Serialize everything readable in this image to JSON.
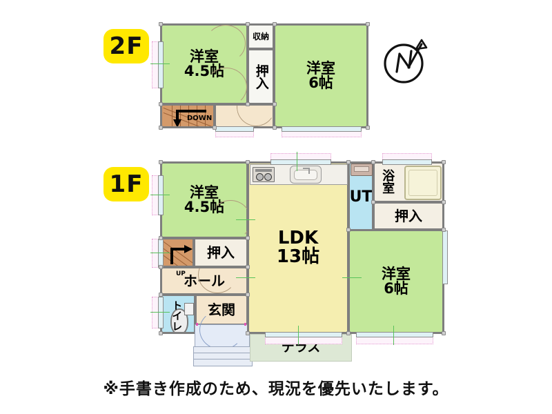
{
  "badges": {
    "second_floor": "2F",
    "first_floor": "1F"
  },
  "compass": {
    "label": "N",
    "name": "north-arrow"
  },
  "floor2": {
    "rooms": [
      {
        "key": "washitsu_45",
        "line1": "洋室",
        "line2": "4.5帖",
        "type": "western-room"
      },
      {
        "key": "closet_oshiire",
        "label": "押入",
        "type": "closet"
      },
      {
        "key": "storage_shuno",
        "label": "収納",
        "type": "storage"
      },
      {
        "key": "washitsu_6",
        "line1": "洋室",
        "line2": "6帖",
        "type": "western-room"
      },
      {
        "key": "stairs_down",
        "label": "DOWN",
        "type": "staircase"
      },
      {
        "key": "landing",
        "label": "",
        "type": "hall"
      }
    ]
  },
  "floor1": {
    "rooms": [
      {
        "key": "washitsu_45",
        "line1": "洋室",
        "line2": "4.5帖",
        "type": "western-room"
      },
      {
        "key": "ldk",
        "line1": "LDK",
        "line2": "13帖",
        "type": "living-dining-kitchen"
      },
      {
        "key": "closet_oshiire_left",
        "label": "押入",
        "type": "closet"
      },
      {
        "key": "hall",
        "label": "ホール",
        "type": "hall"
      },
      {
        "key": "entrance",
        "label": "玄関",
        "type": "entrance"
      },
      {
        "key": "toilet",
        "label": "トイレ",
        "type": "toilet"
      },
      {
        "key": "utility",
        "label": "UT",
        "type": "utility"
      },
      {
        "key": "bathroom",
        "label": "浴室",
        "type": "bathroom"
      },
      {
        "key": "closet_oshiire_right",
        "label": "押入",
        "type": "closet"
      },
      {
        "key": "washitsu_6",
        "line1": "洋室",
        "line2": "6帖",
        "type": "western-room"
      },
      {
        "key": "terrace",
        "label": "テラス",
        "type": "terrace"
      }
    ],
    "stairs_up_label": "UP"
  },
  "caption": "※手書き作成のため、現況を優先いたします。",
  "colors": {
    "badge_yellow": "#ffe800",
    "room_green": "#c3e89a",
    "ldk_yellow": "#f5eeb0",
    "hall_cream": "#f5e6cd",
    "water_blue": "#b9e4f2",
    "stairs_brown": "#d49a6a",
    "terrace_green": "#dde8d5",
    "wall_gray": "#7e7e7e"
  }
}
